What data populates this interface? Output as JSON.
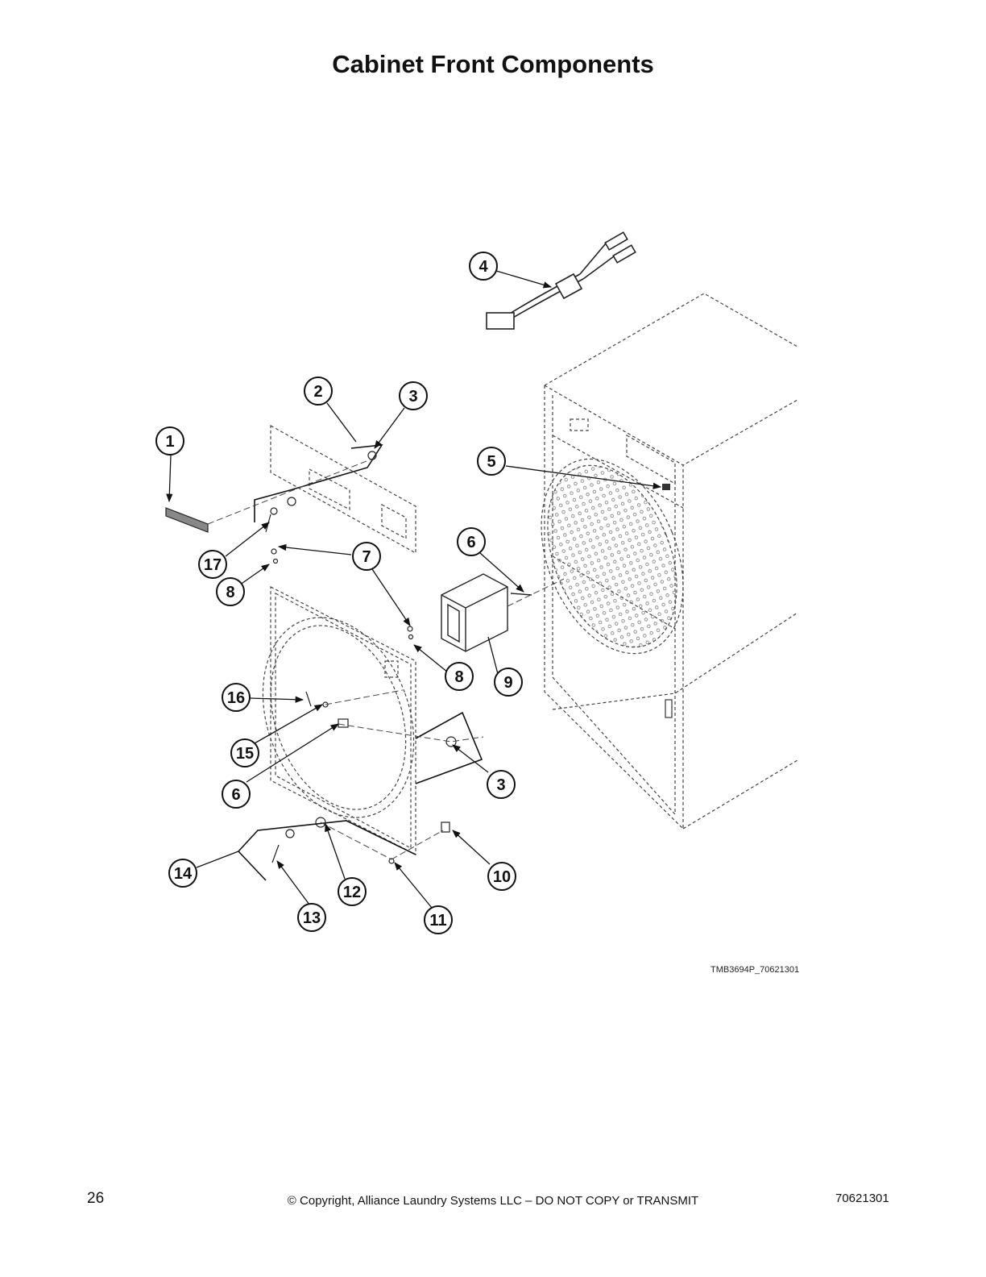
{
  "page": {
    "title": "Cabinet Front Components",
    "figure_code": "TMB3694P_70621301",
    "page_number": "26",
    "copyright": "© Copyright, Alliance Laundry Systems LLC – DO NOT COPY or TRANSMIT",
    "document_number": "70621301"
  },
  "callouts": [
    {
      "id": "c4",
      "label": "4"
    },
    {
      "id": "c2",
      "label": "2"
    },
    {
      "id": "c3a",
      "label": "3"
    },
    {
      "id": "c1",
      "label": "1"
    },
    {
      "id": "c5",
      "label": "5"
    },
    {
      "id": "c6a",
      "label": "6"
    },
    {
      "id": "c17",
      "label": "17"
    },
    {
      "id": "c7",
      "label": "7"
    },
    {
      "id": "c8a",
      "label": "8"
    },
    {
      "id": "c8b",
      "label": "8"
    },
    {
      "id": "c9",
      "label": "9"
    },
    {
      "id": "c16",
      "label": "16"
    },
    {
      "id": "c15",
      "label": "15"
    },
    {
      "id": "c3b",
      "label": "3"
    },
    {
      "id": "c6b",
      "label": "6"
    },
    {
      "id": "c14",
      "label": "14"
    },
    {
      "id": "c10",
      "label": "10"
    },
    {
      "id": "c12",
      "label": "12"
    },
    {
      "id": "c13",
      "label": "13"
    },
    {
      "id": "c11",
      "label": "11"
    }
  ]
}
